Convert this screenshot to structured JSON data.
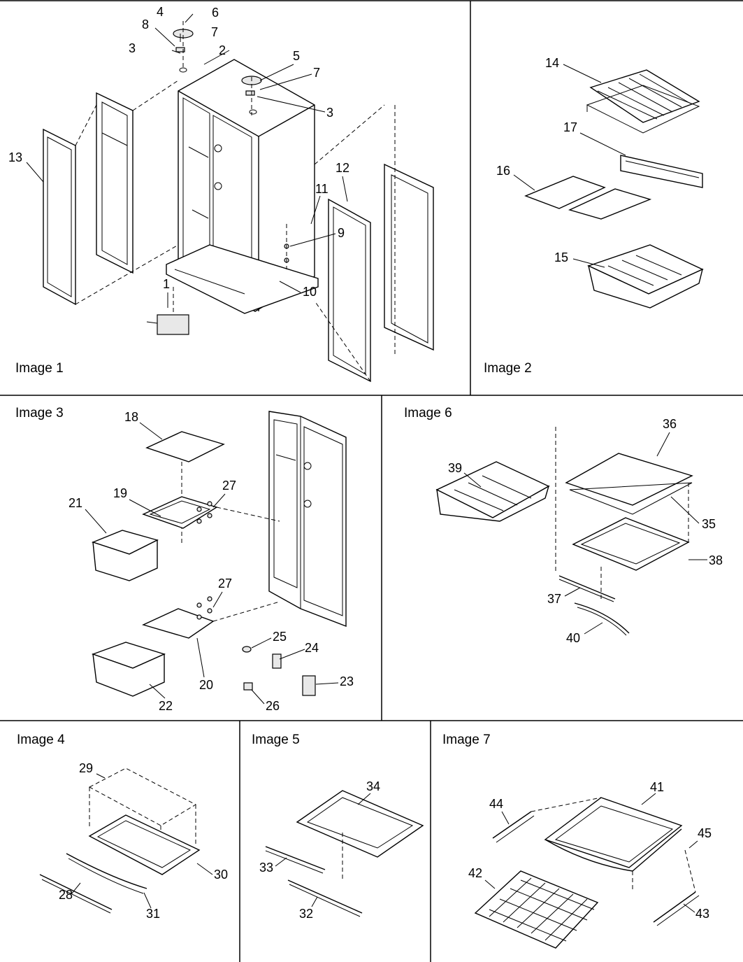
{
  "panels": [
    {
      "caption": "Image 1"
    },
    {
      "caption": "Image 2"
    },
    {
      "caption": "Image 3"
    },
    {
      "caption": "Image 6"
    },
    {
      "caption": "Image 4"
    },
    {
      "caption": "Image 5"
    },
    {
      "caption": "Image 7"
    }
  ],
  "callouts": {
    "image1": [
      "1",
      "2",
      "3",
      "3",
      "4",
      "5",
      "6",
      "7",
      "7",
      "8",
      "9",
      "10",
      "11",
      "12",
      "13"
    ],
    "image2": [
      "14",
      "15",
      "16",
      "17"
    ],
    "image3": [
      "18",
      "19",
      "20",
      "21",
      "22",
      "23",
      "24",
      "25",
      "26",
      "27",
      "27"
    ],
    "image6": [
      "35",
      "36",
      "37",
      "38",
      "39",
      "40"
    ],
    "image4": [
      "28",
      "29",
      "30",
      "31"
    ],
    "image5": [
      "32",
      "33",
      "34"
    ],
    "image7": [
      "41",
      "42",
      "43",
      "44",
      "45"
    ]
  }
}
